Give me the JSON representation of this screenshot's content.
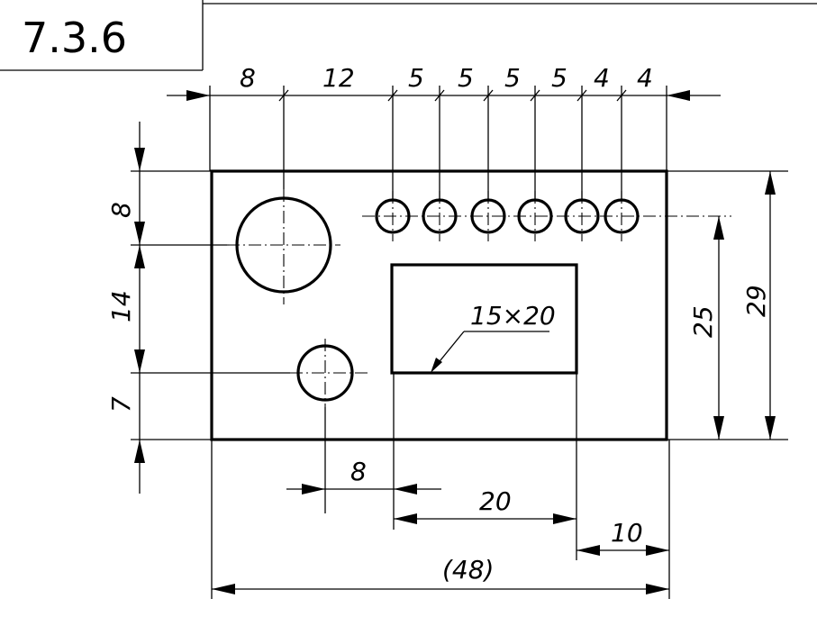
{
  "title": "7.3.6",
  "dimensions": {
    "top": [
      "8",
      "12",
      "5",
      "5",
      "5",
      "5",
      "4",
      "4"
    ],
    "left": [
      "8",
      "14",
      "7"
    ],
    "right_inner": "25",
    "right_outer": "29",
    "bottom_hole": "8",
    "bottom_slot": "20",
    "bottom_right": "10",
    "overall": "(48)",
    "slot_callout": "15×20"
  }
}
